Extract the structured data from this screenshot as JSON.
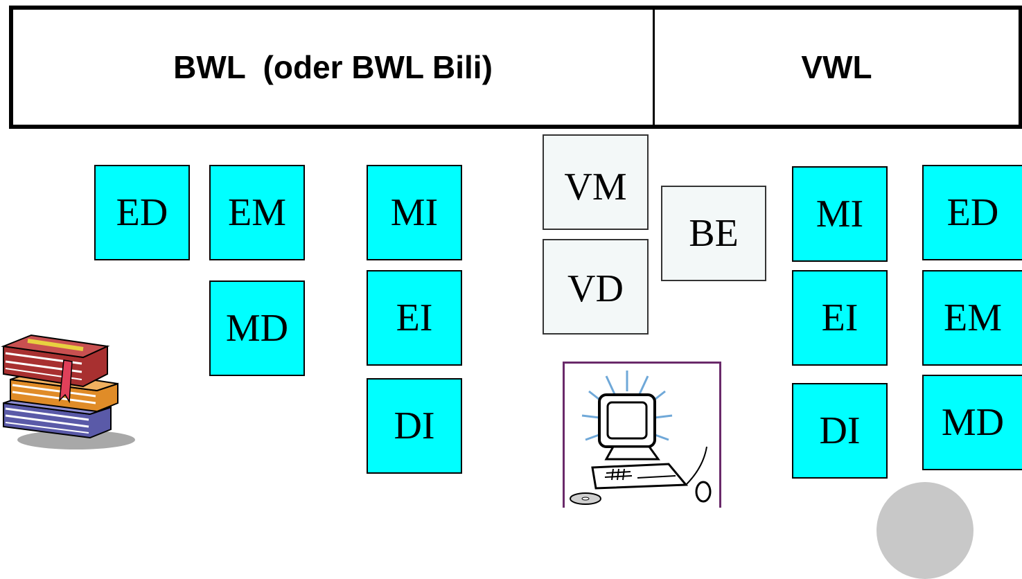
{
  "header": {
    "left_label": "BWL  (oder BWL Bili)",
    "right_label": "VWL"
  },
  "bwl_boxes": [
    "ED",
    "EM",
    "MD",
    "MI",
    "EI",
    "DI"
  ],
  "center_boxes": [
    "VM",
    "VD",
    "BE"
  ],
  "vwl_boxes": [
    "MI",
    "EI",
    "DI",
    "ED",
    "EM",
    "MD"
  ],
  "colors": {
    "cyan_box": "#00ffff",
    "light_box": "#f3f8f8",
    "frame_purple": "#6a2a6a",
    "circle_gray": "#c8c8c8"
  },
  "icons": [
    "books-clipart-icon",
    "computer-clipart-icon"
  ]
}
